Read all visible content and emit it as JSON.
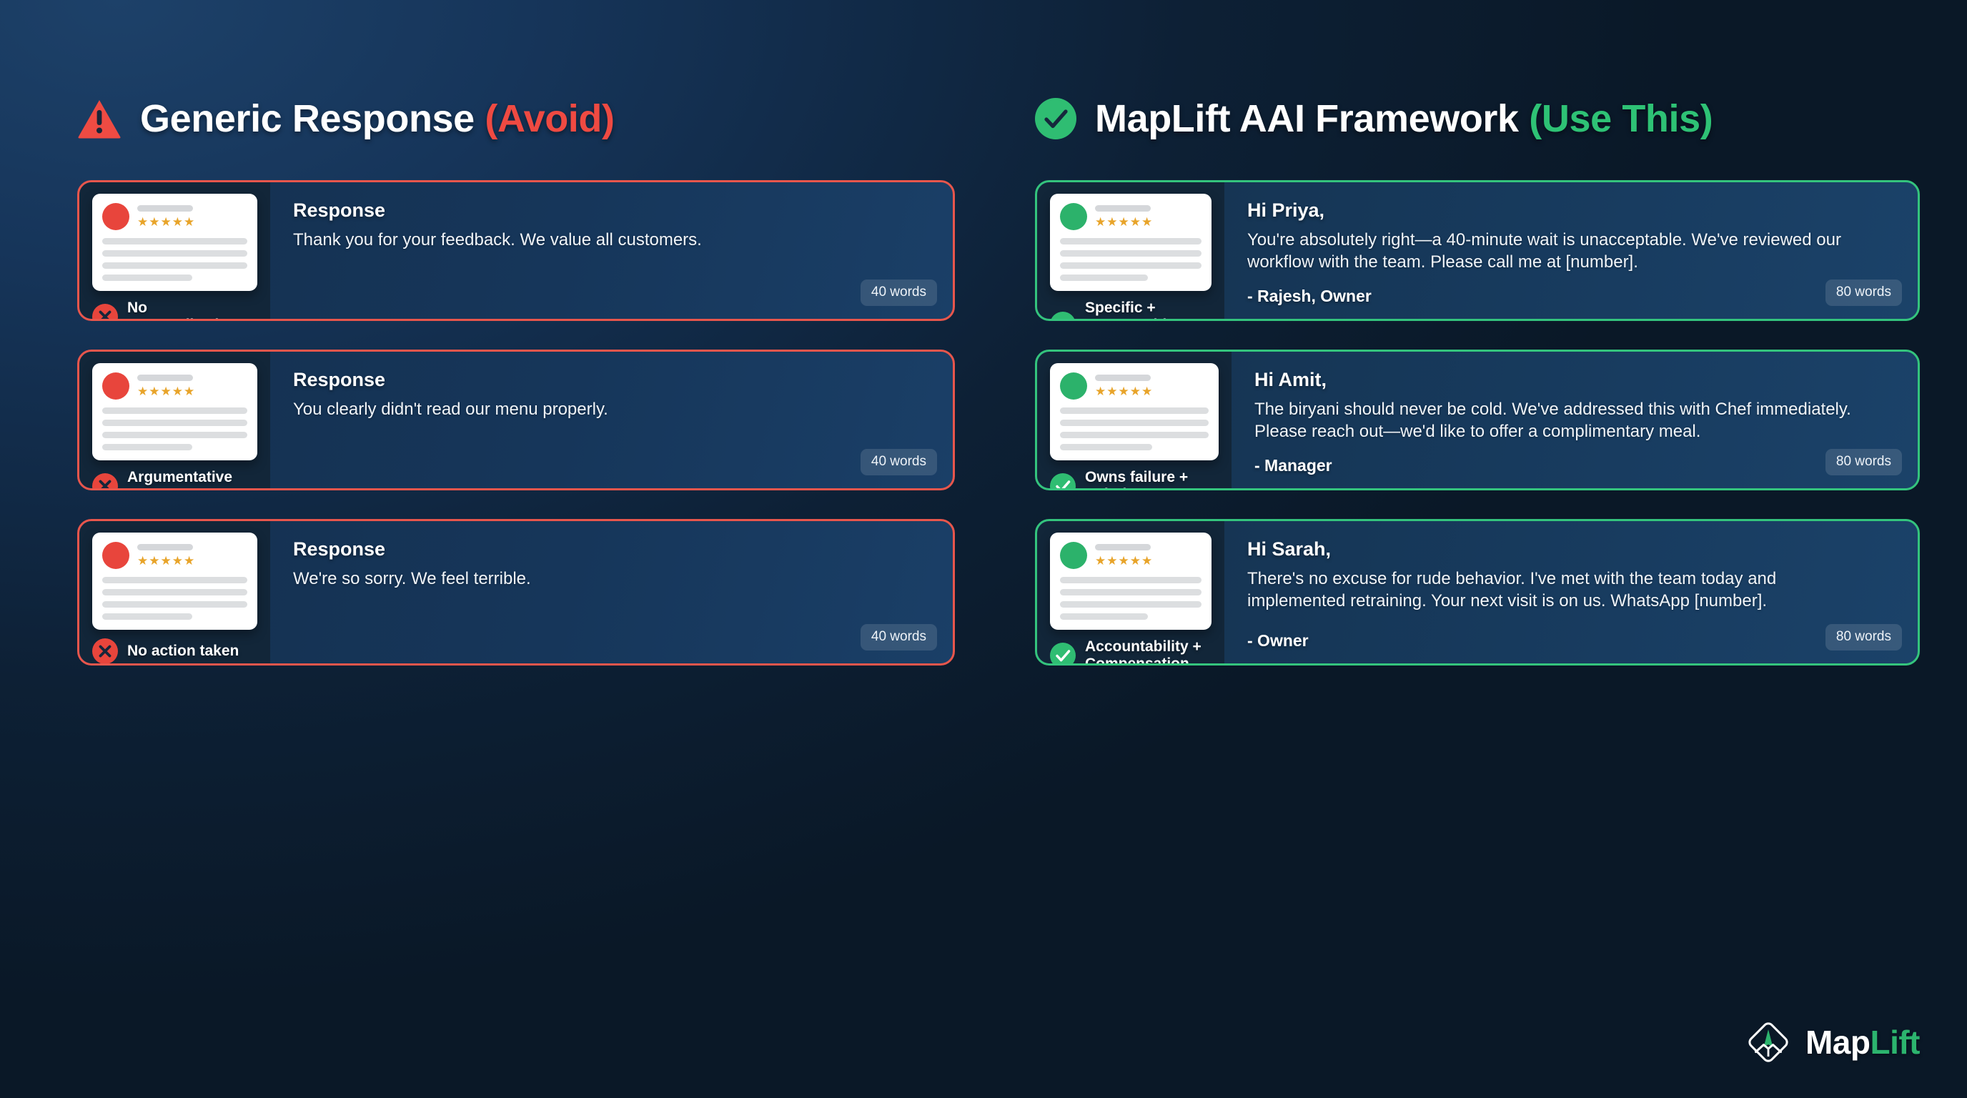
{
  "columns": {
    "bad": {
      "icon": "warning-triangle-icon",
      "title_main": "Generic Response",
      "title_accent": "(Avoid)",
      "accent_color": "#ef4a42",
      "cards": [
        {
          "avatar_color": "#e8453c",
          "stars": "★★★★★",
          "badge_icon": "x-circle-icon",
          "badge_label": "No personalization",
          "heading": "Response",
          "text": "Thank you for your feedback. We value all customers.",
          "word_count": "40 words"
        },
        {
          "avatar_color": "#e8453c",
          "stars": "★★★★★",
          "badge_icon": "x-circle-icon",
          "badge_label": "Argumentative tone",
          "heading": "Response",
          "text": "You clearly didn't read our menu properly.",
          "word_count": "40 words"
        },
        {
          "avatar_color": "#e8453c",
          "stars": "★★★★★",
          "badge_icon": "x-circle-icon",
          "badge_label": "No action taken",
          "heading": "Response",
          "text": "We're so sorry. We feel terrible.",
          "word_count": "40 words"
        }
      ]
    },
    "good": {
      "icon": "check-circle-icon",
      "title_main": "MapLift AAI Framework",
      "title_accent": "(Use This)",
      "accent_color": "#2ec275",
      "cards": [
        {
          "avatar_color": "#2cb26b",
          "stars": "★★★★★",
          "badge_icon": "check-circle-icon",
          "badge_label": "Specific + Accountable + Action",
          "heading": "Hi Priya,",
          "text": "You're absolutely right—a 40-minute wait is unacceptable. We've reviewed our workflow with the team. Please call me at [number].",
          "signature": "- Rajesh, Owner",
          "word_count": "80 words"
        },
        {
          "avatar_color": "#2cb26b",
          "stars": "★★★★★",
          "badge_icon": "check-circle-icon",
          "badge_label": "Owns failure + Solution",
          "heading": "Hi Amit,",
          "text": "The biryani should never be cold. We've addressed this with Chef immediately. Please reach out—we'd like to offer a complimentary meal.",
          "signature": "- Manager",
          "word_count": "80 words"
        },
        {
          "avatar_color": "#2cb26b",
          "stars": "★★★★★",
          "badge_icon": "check-circle-icon",
          "badge_label": "Accountability + Compensation",
          "heading": "Hi Sarah,",
          "text": "There's no excuse for rude behavior. I've met with the team today and implemented retraining. Your next visit is on us. WhatsApp [number].",
          "signature": "- Owner",
          "word_count": "80 words"
        }
      ]
    }
  },
  "logo": {
    "icon": "maplift-diamond-icon",
    "name_first": "Map",
    "name_second": "Lift",
    "accent_color": "#2cb46e"
  }
}
